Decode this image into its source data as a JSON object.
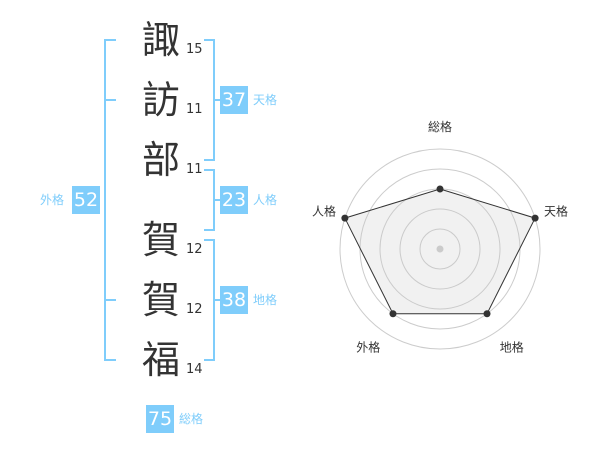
{
  "name_chars": [
    {
      "char": "諏",
      "strokes": "15"
    },
    {
      "char": "訪",
      "strokes": "11"
    },
    {
      "char": "部",
      "strokes": "11"
    },
    {
      "char": "賀",
      "strokes": "12"
    },
    {
      "char": "賀",
      "strokes": "12"
    },
    {
      "char": "福",
      "strokes": "14"
    }
  ],
  "kaku": {
    "tenkaku": {
      "label": "天格",
      "value": "37"
    },
    "jinkaku": {
      "label": "人格",
      "value": "23"
    },
    "chikaku": {
      "label": "地格",
      "value": "38"
    },
    "gaikaku": {
      "label": "外格",
      "value": "52"
    },
    "soukaku": {
      "label": "総格",
      "value": "75"
    }
  },
  "colors": {
    "accent": "#7fcdfb",
    "text": "#333333"
  },
  "chart_data": {
    "type": "radar",
    "axes": [
      "総格",
      "天格",
      "地格",
      "外格",
      "人格"
    ],
    "values": [
      3,
      5,
      4,
      4,
      5
    ],
    "range": [
      0,
      5
    ],
    "rings": 5
  }
}
